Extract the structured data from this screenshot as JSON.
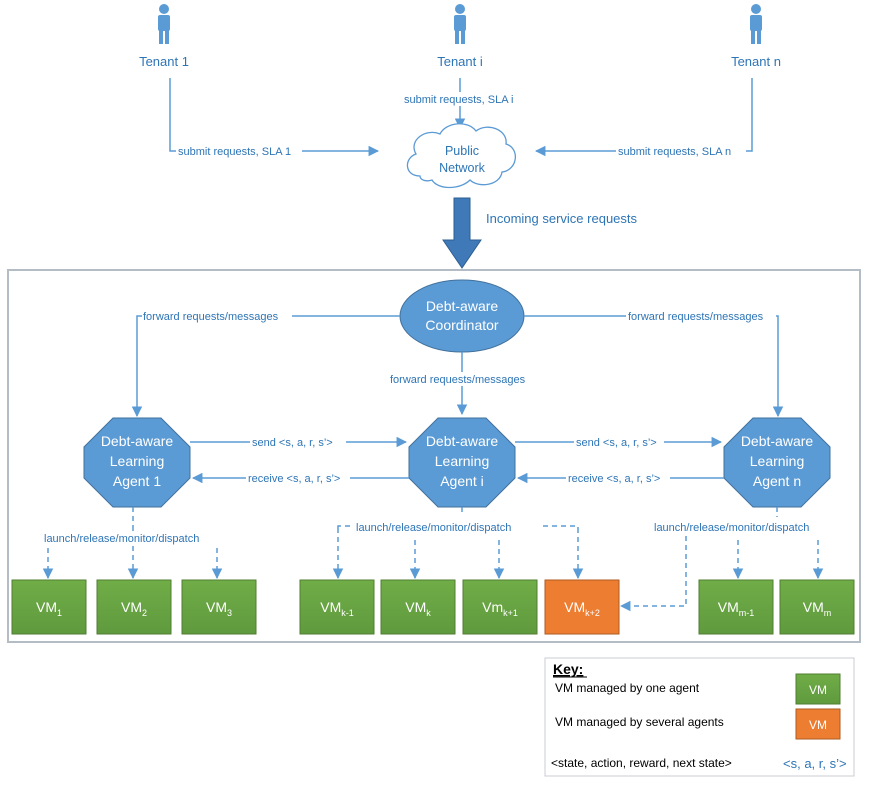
{
  "tenants": [
    {
      "label": "Tenant 1"
    },
    {
      "label": "Tenant i"
    },
    {
      "label": "Tenant n"
    }
  ],
  "edges": {
    "submit_1": "submit requests, SLA 1",
    "submit_i": "submit requests, SLA i",
    "submit_n": "submit requests, SLA n",
    "incoming": "Incoming service requests",
    "forward_left": "forward requests/messages",
    "forward_mid": "forward requests/messages",
    "forward_right": "forward requests/messages",
    "send_1": "send  <s, a, r, s’>",
    "send_2": "send <s, a, r, s’>",
    "receive_1": "receive <s, a, r, s’>",
    "receive_2": "receive <s, a, r, s’>",
    "launch_1": "launch/release/monitor/dispatch",
    "launch_i": "launch/release/monitor/dispatch",
    "launch_n": "launch/release/monitor/dispatch"
  },
  "cloud": {
    "line1": "Public",
    "line2": "Network"
  },
  "coordinator": {
    "line1": "Debt-aware",
    "line2": "Coordinator"
  },
  "agents": [
    {
      "line1": "Debt-aware",
      "line2": "Learning",
      "line3": "Agent 1"
    },
    {
      "line1": "Debt-aware",
      "line2": "Learning",
      "line3": "Agent i"
    },
    {
      "line1": "Debt-aware",
      "line2": "Learning",
      "line3": "Agent n"
    }
  ],
  "vms": [
    {
      "base": "VM",
      "sub": "1",
      "shared": false
    },
    {
      "base": "VM",
      "sub": "2",
      "shared": false
    },
    {
      "base": "VM",
      "sub": "3",
      "shared": false
    },
    {
      "base": "VM",
      "sub": "k-1",
      "shared": false
    },
    {
      "base": "VM",
      "sub": "k",
      "shared": false
    },
    {
      "base": "Vm",
      "sub": "k+1",
      "shared": false
    },
    {
      "base": "VM",
      "sub": "k+2",
      "shared": true
    },
    {
      "base": "VM",
      "sub": "m-1",
      "shared": false
    },
    {
      "base": "VM",
      "sub": "m",
      "shared": false
    }
  ],
  "key": {
    "title": "Key:",
    "row1": "VM  managed by one agent",
    "row1_box": "VM",
    "row2": "VM  managed by several agents",
    "row2_box": "VM",
    "row3": "<state, action, reward, next state>",
    "row3_tuple": "<s, a, r, s’>"
  },
  "colors": {
    "accent": "#2e75b6",
    "node_fill": "#5b9bd5",
    "vm_green": "#6aa84f",
    "vm_orange": "#ed7d31",
    "arrow": "#5b9bd5"
  }
}
